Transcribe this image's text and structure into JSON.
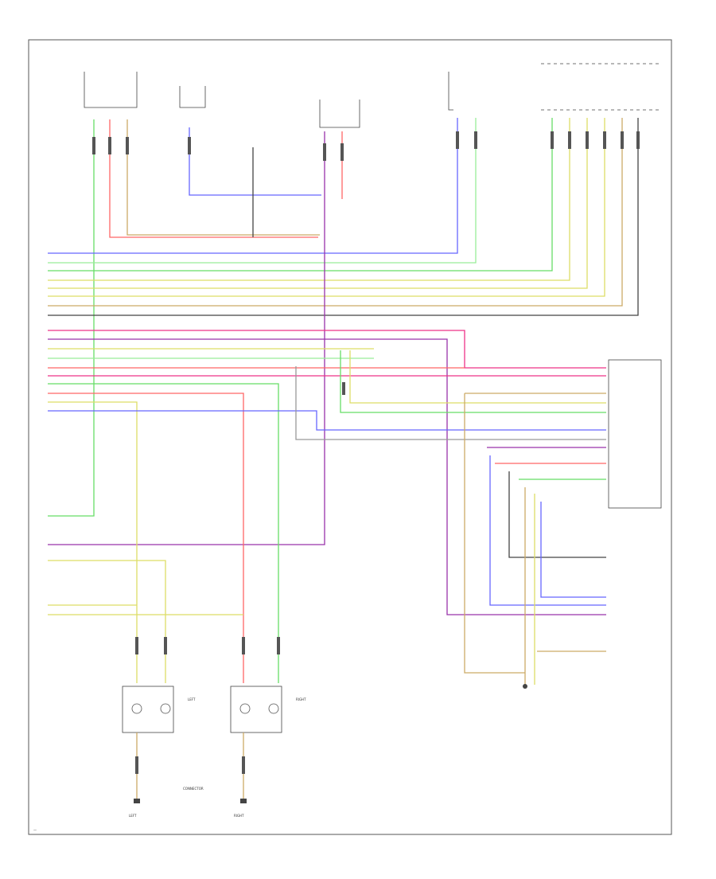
{
  "diagram": {
    "footer_code": "—",
    "components": {
      "lamp_left_label": "LEFT",
      "lamp_right_label": "RIGHT",
      "ground_left_label": "LEFT",
      "ground_right_label": "RIGHT",
      "center_note": "CONNECTOR"
    },
    "colors": {
      "green": "#66dd66",
      "red": "#ff6666",
      "yellow": "#dddd66",
      "blue": "#6666ff",
      "violet": "#9933aa",
      "magenta": "#ee3388",
      "black": "#444444",
      "tan": "#ccaa66",
      "gray": "#999999",
      "pink": "#ff99bb",
      "lightgreen": "#99ee99"
    }
  }
}
